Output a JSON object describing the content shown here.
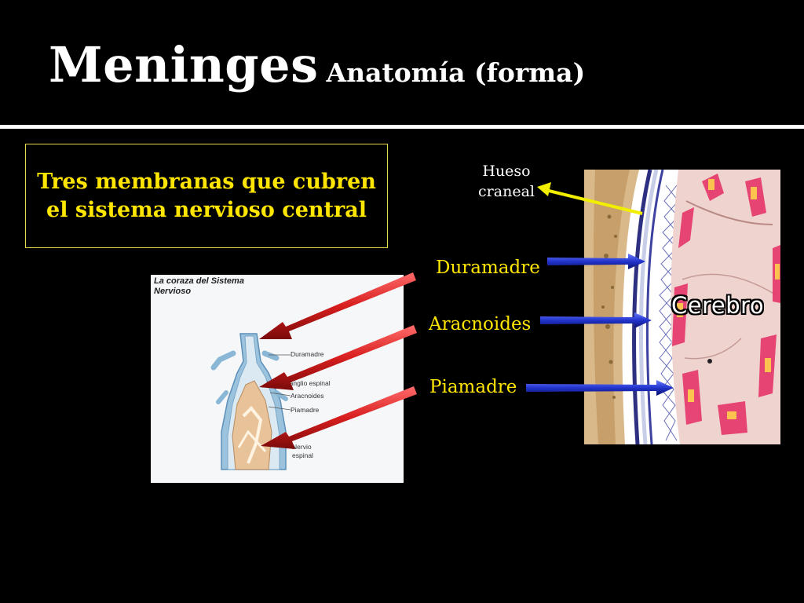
{
  "slide": {
    "title_main": "Meninges",
    "title_sub": "Anatomía (forma)",
    "box_text": "Tres membranas que cubren el sistema nervioso central"
  },
  "labels": {
    "hueso_line1": "Hueso",
    "hueso_line2": "craneal",
    "duramadre": "Duramadre",
    "aracnoides": "Aracnoides",
    "piamadre": "Piamadre"
  },
  "spine_figure": {
    "caption": "La coraza del Sistema Nervioso",
    "labels": {
      "duramadre": "Duramadre",
      "ganglio": "Ganglio espinal",
      "aracnoides": "Aracnoides",
      "piamadre": "Piamadre",
      "nervio_line1": "Nervio",
      "nervio_line2": "espinal"
    }
  },
  "brain_figure": {
    "label": "Cerebro"
  },
  "colors": {
    "accent_yellow": "#ffe600",
    "arrow_red": "#d81e1e",
    "arrow_blue": "#2233cc",
    "arrow_yellow": "#f2ee00"
  },
  "icons": {
    "red_arrows": "red-arrow-icon",
    "blue_arrows": "blue-arrow-icon",
    "yellow_arrow": "yellow-arrow-icon"
  }
}
